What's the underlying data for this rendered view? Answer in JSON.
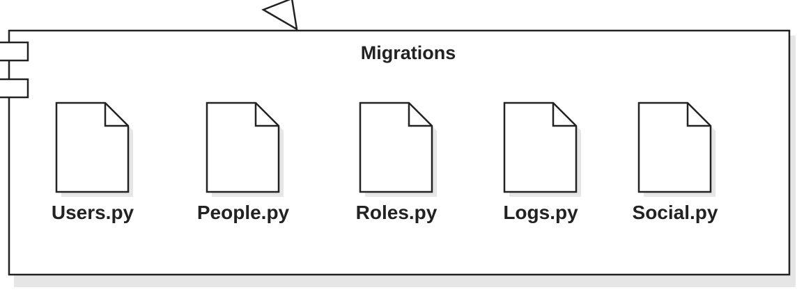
{
  "component": {
    "title": "Migrations"
  },
  "files": [
    {
      "label": "Users.py",
      "icon": "file-icon"
    },
    {
      "label": "People.py",
      "icon": "file-icon"
    },
    {
      "label": "Roles.py",
      "icon": "file-icon"
    },
    {
      "label": "Logs.py",
      "icon": "file-icon"
    },
    {
      "label": "Social.py",
      "icon": "file-icon"
    }
  ],
  "colors": {
    "stroke": "#222222",
    "fill": "#ffffff",
    "shadow": "#e6e6e6"
  }
}
